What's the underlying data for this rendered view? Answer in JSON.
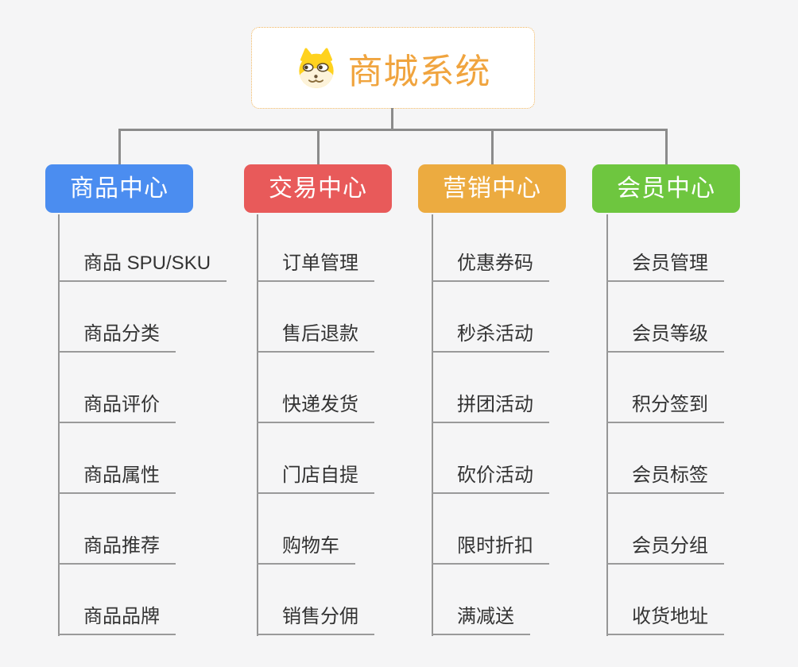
{
  "page": {
    "background": "#f5f5f6"
  },
  "root": {
    "title": "商城系统",
    "icon": "dog-face-icon",
    "title_color": "#f0a43e",
    "border_color": "#efb45c"
  },
  "connector_color": "#8b8b8b",
  "line_color": "#9a9a9a",
  "branches": [
    {
      "label": "商品中心",
      "color": "#4b8df0",
      "items": [
        "商品 SPU/SKU",
        "商品分类",
        "商品评价",
        "商品属性",
        "商品推荐",
        "商品品牌"
      ]
    },
    {
      "label": "交易中心",
      "color": "#e85a5a",
      "items": [
        "订单管理",
        "售后退款",
        "快递发货",
        "门店自提",
        "购物车",
        "销售分佣"
      ]
    },
    {
      "label": "营销中心",
      "color": "#ecab40",
      "items": [
        "优惠券码",
        "秒杀活动",
        "拼团活动",
        "砍价活动",
        "限时折扣",
        "满减送"
      ]
    },
    {
      "label": "会员中心",
      "color": "#6ec63f",
      "items": [
        "会员管理",
        "会员等级",
        "积分签到",
        "会员标签",
        "会员分组",
        "收货地址"
      ]
    }
  ]
}
